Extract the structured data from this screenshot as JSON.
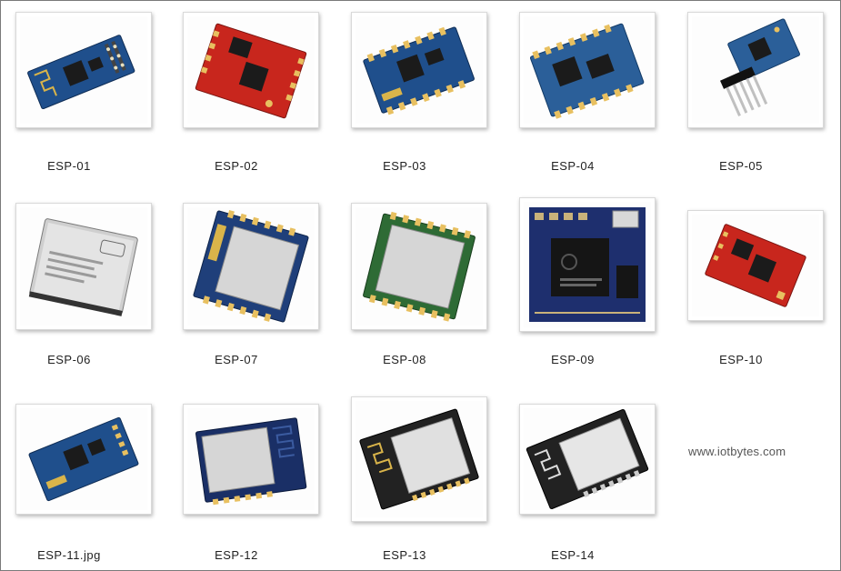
{
  "modules": [
    {
      "label": "ESP-01",
      "pcb": "#1f4f8c"
    },
    {
      "label": "ESP-02",
      "pcb": "#c8261d"
    },
    {
      "label": "ESP-03",
      "pcb": "#1f4f8c"
    },
    {
      "label": "ESP-04",
      "pcb": "#2b5f99"
    },
    {
      "label": "ESP-05",
      "pcb": "#2b5f99"
    },
    {
      "label": "ESP-06",
      "pcb": "#9e9e9e"
    },
    {
      "label": "ESP-07",
      "pcb": "#1f3f7a"
    },
    {
      "label": "ESP-08",
      "pcb": "#2e6b35"
    },
    {
      "label": "ESP-09",
      "pcb": "#1e2f6e"
    },
    {
      "label": "ESP-10",
      "pcb": "#c8261d"
    },
    {
      "label": "ESP-11.jpg",
      "pcb": "#1f4f8c"
    },
    {
      "label": "ESP-12",
      "pcb": "#1a2f66"
    },
    {
      "label": "ESP-13",
      "pcb": "#222222"
    },
    {
      "label": "ESP-14",
      "pcb": "#222222"
    }
  ],
  "watermark": "www.iotbytes.com"
}
